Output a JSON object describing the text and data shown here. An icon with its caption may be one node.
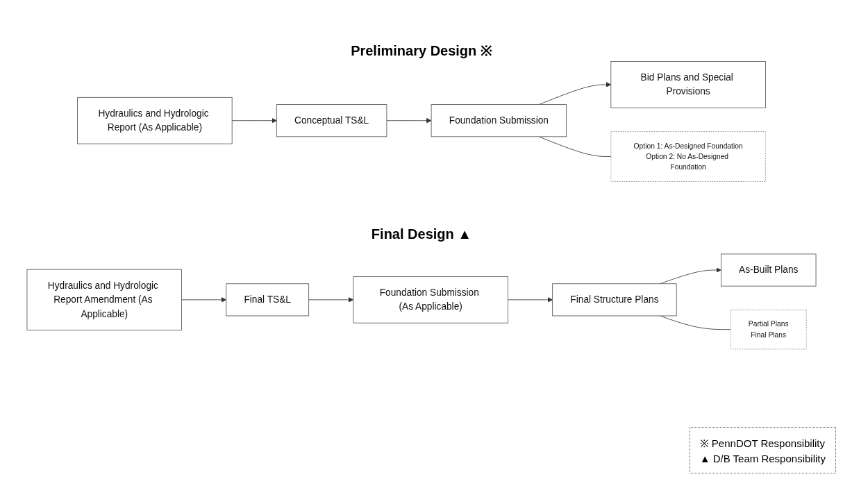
{
  "diagram": {
    "nodes": [
      {
        "text": [
          "Hydraulics and Hydrologic Report (As Applicable)"
        ]
      },
      {
        "text": [
          "Conceptual TS&L"
        ]
      },
      {
        "text": [
          "Foundation Submission"
        ]
      },
      {
        "text": [
          "Bid Plans and Special Provisions"
        ]
      },
      {
        "text": [
          "Option 1: As-Designed Foundation",
          "Option 2: No As-Designed Foundation"
        ]
      },
      {
        "text": [
          "Hydraulics and Hydrologic Report Amendment (As Applicable)"
        ]
      },
      {
        "text": [
          "Final TS&L"
        ]
      },
      {
        "text": [
          "Foundation Submission (As Applicable)"
        ]
      },
      {
        "text": [
          "Final Structure Plans"
        ]
      },
      {
        "text": [
          "As-Built Plans"
        ]
      },
      {
        "text": [
          "Partial Plans",
          "Final Plans"
        ]
      }
    ],
    "edges": [
      {
        "from": 0,
        "to": 1,
        "arrow": "to"
      },
      {
        "from": 1,
        "to": 2,
        "arrow": "to"
      },
      {
        "from": 2,
        "to": 3,
        "arrow": "to"
      },
      {
        "from": 2,
        "to": 4,
        "arrow": "none"
      },
      {
        "from": 5,
        "to": 6,
        "arrow": "to"
      },
      {
        "from": 6,
        "to": 7,
        "arrow": "to"
      },
      {
        "from": 7,
        "to": 8,
        "arrow": "to"
      },
      {
        "from": 8,
        "to": 9,
        "arrow": "to"
      },
      {
        "from": 8,
        "to": 10,
        "arrow": "none"
      }
    ],
    "labels": [
      "Preliminary Design ※",
      "Final Design ▲"
    ],
    "legend": [
      {
        "text": "※ PennDOT Responsibility"
      },
      {
        "text": "▲ D/B Team Responsibility"
      }
    ]
  }
}
